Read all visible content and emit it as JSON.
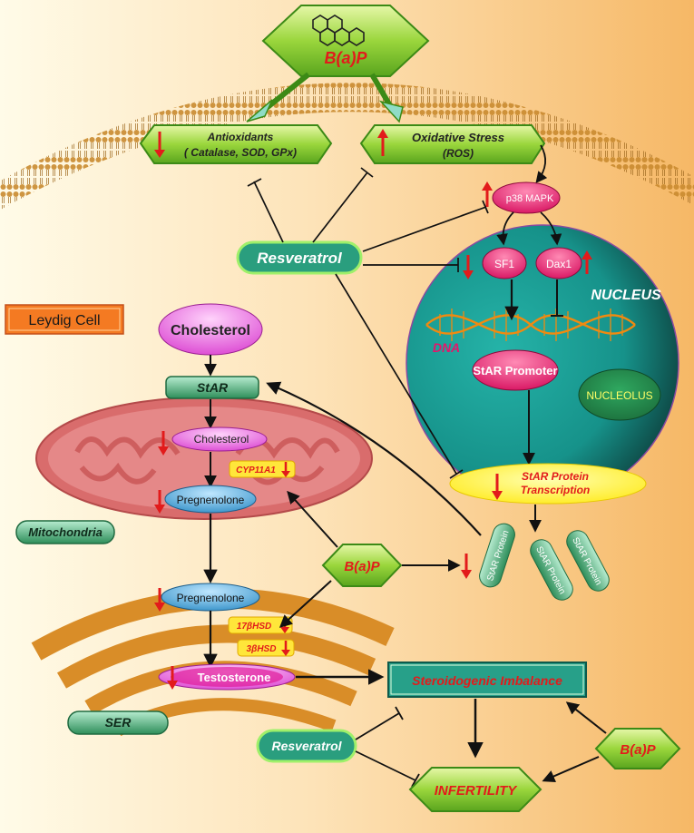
{
  "colors": {
    "background_left": "#fffbe8",
    "background_right": "#f6b866",
    "green": "#7cc52a",
    "green_dark": "#3c8a16",
    "teal": "#1e9c93",
    "pink": "#e5156b",
    "magenta": "#ee5fe6",
    "blue": "#4aa6d6",
    "yellow": "#ffef20",
    "orange_er": "#d98d28",
    "mito": "#d96c6c",
    "red_arrow": "#e21b1b"
  },
  "ligand": {
    "label": "B(a)P"
  },
  "cell_label": "Leydig Cell",
  "membrane_boxes": {
    "antioxidants_line1": "Antioxidants",
    "antioxidants_line2": "( Catalase, SOD, GPx)",
    "oxidative_line1": "Oxidative Stress",
    "oxidative_line2": "(ROS)"
  },
  "resveratrol_label": "Resveratrol",
  "signaling": {
    "p38": "p38 MAPK",
    "sf1": "SF1",
    "dax1": "Dax1"
  },
  "nucleus": {
    "label": "NUCLEUS",
    "dna": "DNA",
    "promoter": "StAR Promoter",
    "nucleolus": "NUCLEOLUS"
  },
  "transcription": {
    "line1": "StAR Protein",
    "line2": "Transcription"
  },
  "star_proteins": [
    "StAR Protein",
    "StAR Protein",
    "StAR Protein"
  ],
  "steroidogenesis": {
    "cholesterol_top": "Cholesterol",
    "star": "StAR",
    "cholesterol_mito": "Cholesterol",
    "cyp11a1": "CYP11A1",
    "pregnenolone_mito": "Pregnenolone",
    "mitochondria": "Mitochondria",
    "pregnenolone_er": "Pregnenolone",
    "hsd17": "17βHSD",
    "hsd3": "3βHSD",
    "testosterone": "Testosterone",
    "ser": "SER"
  },
  "outcomes": {
    "imbalance": "Steroidogenic Imbalance",
    "infertility": "INFERTILITY"
  }
}
